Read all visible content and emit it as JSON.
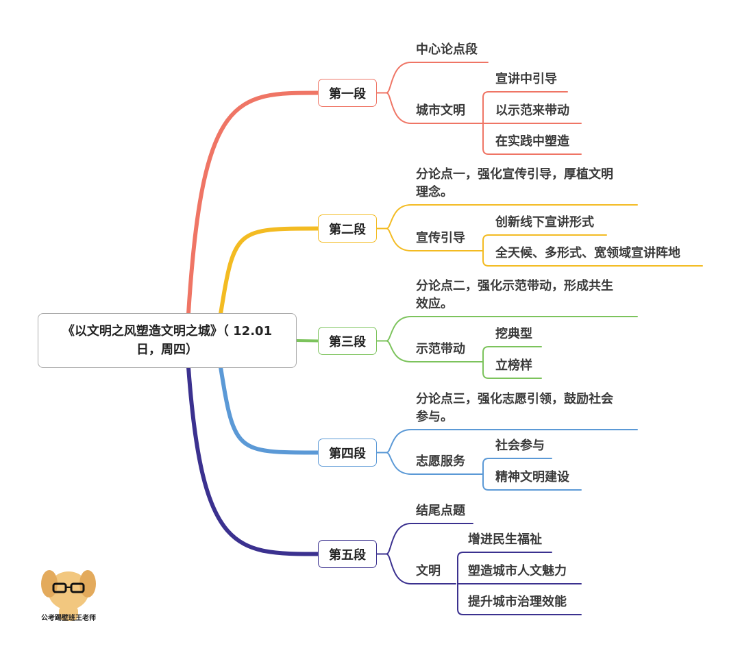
{
  "root": {
    "line1": "《以文明之风塑造文明之城》（ 12.01",
    "line2": "日，周四）"
  },
  "colors": {
    "s1": "#ef7565",
    "s2": "#f3bb22",
    "s3": "#7cc35c",
    "s4": "#5b99d6",
    "s5": "#3b318f"
  },
  "sections": [
    {
      "label": "第一段",
      "points": [
        {
          "lines": [
            "中心论点段"
          ]
        }
      ],
      "topic": "城市文明",
      "children": [
        "宣讲中引导",
        "以示范来带动",
        "在实践中塑造"
      ]
    },
    {
      "label": "第二段",
      "points": [
        {
          "lines": [
            "分论点一，强化宣传引导，厚植文明",
            "理念。"
          ]
        }
      ],
      "topic": "宣传引导",
      "children": [
        "创新线下宣讲形式",
        "全天候、多形式、宽领域宣讲阵地"
      ]
    },
    {
      "label": "第三段",
      "points": [
        {
          "lines": [
            "分论点二，强化示范带动，形成共生",
            "效应。"
          ]
        }
      ],
      "topic": "示范带动",
      "children": [
        "挖典型",
        "立榜样"
      ]
    },
    {
      "label": "第四段",
      "points": [
        {
          "lines": [
            "分论点三，强化志愿引领，鼓励社会",
            "参与。"
          ]
        }
      ],
      "topic": "志愿服务",
      "children": [
        "社会参与",
        "精神文明建设"
      ]
    },
    {
      "label": "第五段",
      "points": [
        {
          "lines": [
            "结尾点题"
          ]
        }
      ],
      "topic": "文明",
      "children": [
        "增进民生福祉",
        "塑造城市人文魅力",
        "提升城市治理效能"
      ]
    }
  ],
  "watermark": {
    "text": "公考踢壁班王老师"
  }
}
